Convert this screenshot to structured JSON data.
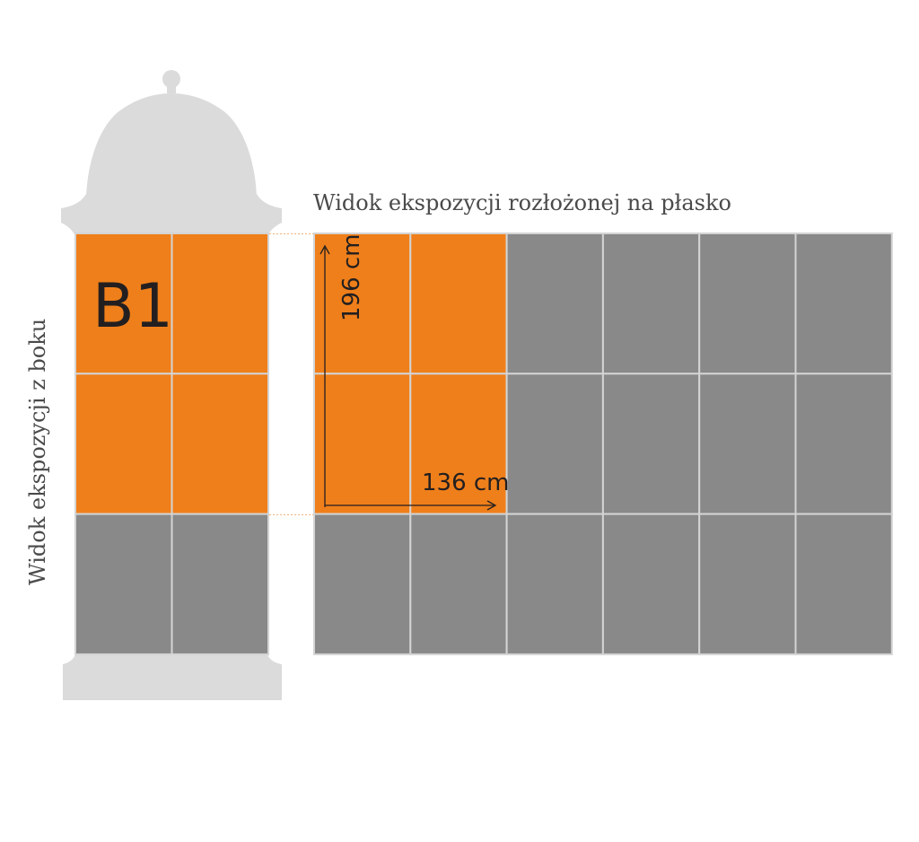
{
  "flat_view_title": "Widok ekspozycji rozłożonej na płasko",
  "side_view_title": "Widok ekspozycji z boku",
  "format_label": "B1",
  "dimension_height": "196 cm",
  "dimension_width": "136 cm",
  "colors": {
    "highlight": "#ef7f1a",
    "panel": "#898989",
    "column": "#dadbda",
    "text": "#231f20",
    "grid_line": "#d4d4d4"
  },
  "side_view": {
    "columns": 2,
    "rows": 3,
    "highlighted_rows": 2,
    "highlighted_columns": 2
  },
  "flat_view": {
    "columns": 6,
    "rows": 3,
    "highlighted_rows": 2,
    "highlighted_columns": 2
  }
}
